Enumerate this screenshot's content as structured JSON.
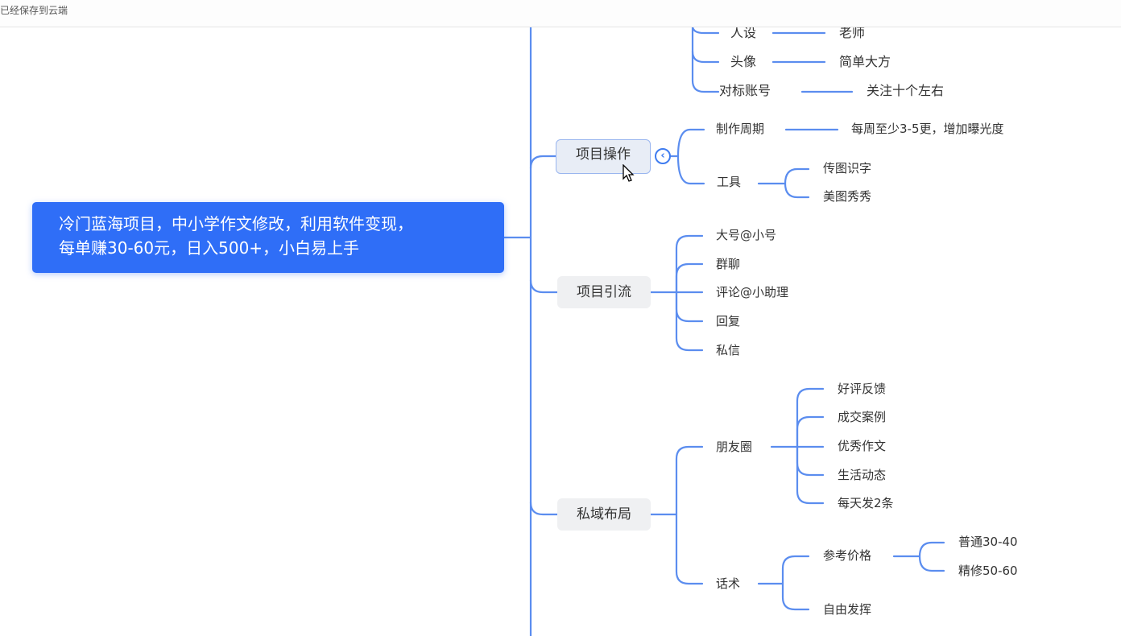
{
  "header": {
    "save_status": "已经保存到云端"
  },
  "mindmap": {
    "root": "冷门蓝海项目，中小学作文修改，利用软件变现，\n每单赚30-60元，日入500+，小白易上手",
    "root_line1": "冷门蓝海项目，中小学作文修改，利用软件变现，",
    "root_line2": "每单赚30-60元，日入500+，小白易上手",
    "account_setup": {
      "items": [
        {
          "label": "人设",
          "value": "老师"
        },
        {
          "label": "头像",
          "value": "简单大方"
        },
        {
          "label": "对标账号",
          "value": "关注十个左右"
        }
      ]
    },
    "project_ops": {
      "label": "项目操作",
      "collapse_icon": "chevron-left",
      "children": [
        {
          "label": "制作周期",
          "value": "每周至少3-5更，增加曝光度"
        },
        {
          "label": "工具",
          "children": [
            "传图识字",
            "美图秀秀"
          ]
        }
      ]
    },
    "project_traffic": {
      "label": "项目引流",
      "children": [
        "大号@小号",
        "群聊",
        "评论@小助理",
        "回复",
        "私信"
      ]
    },
    "private_domain": {
      "label": "私域布局",
      "children": [
        {
          "label": "朋友圈",
          "children": [
            "好评反馈",
            "成交案例",
            "优秀作文",
            "生活动态",
            "每天发2条"
          ]
        },
        {
          "label": "话术",
          "children": [
            {
              "label": "参考价格",
              "children": [
                "普通30-40",
                "精修50-60"
              ]
            },
            {
              "label": "自由发挥"
            }
          ]
        }
      ]
    }
  },
  "colors": {
    "accent": "#2f6ef7",
    "line": "#5b8def",
    "node_bg": "#eff0f2"
  }
}
